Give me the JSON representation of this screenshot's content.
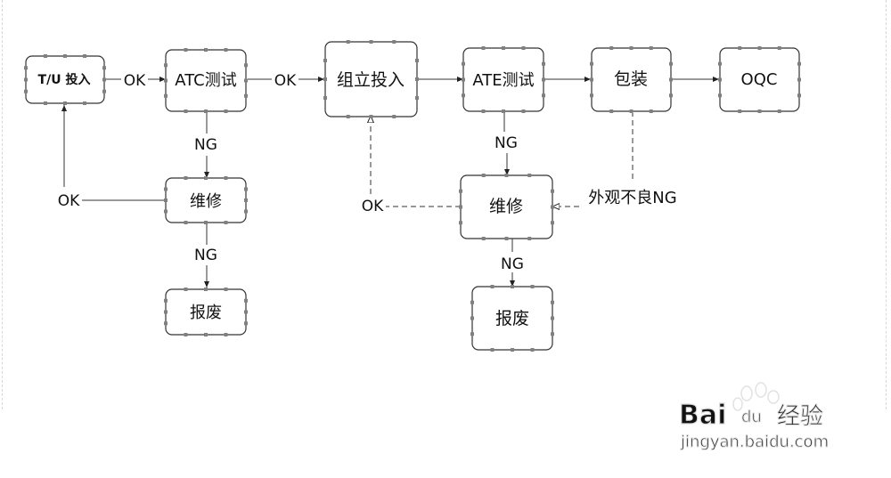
{
  "diagram": {
    "nodes": [
      {
        "id": "tu",
        "label": "T/U 投入"
      },
      {
        "id": "atc",
        "label": "ATC测试"
      },
      {
        "id": "assembly",
        "label": "组立投入"
      },
      {
        "id": "ate",
        "label": "ATE测试"
      },
      {
        "id": "pack",
        "label": "包装"
      },
      {
        "id": "oqc",
        "label": "OQC"
      },
      {
        "id": "repair1",
        "label": "维修"
      },
      {
        "id": "scrap1",
        "label": "报废"
      },
      {
        "id": "repair2",
        "label": "维修"
      },
      {
        "id": "scrap2",
        "label": "报废"
      }
    ],
    "edge_labels": {
      "tu_atc": "OK",
      "atc_assembly": "OK",
      "atc_repair1": "NG",
      "repair1_tu": "OK",
      "repair1_scrap1": "NG",
      "ate_repair2": "NG",
      "repair2_assembly": "OK",
      "pack_repair2": "外观不良NG",
      "repair2_scrap2": "NG"
    }
  },
  "watermark": {
    "brand": "Bai",
    "brand_du": "du",
    "brand_cn": "经验",
    "url": "jingyan.baidu.com"
  },
  "colors": {
    "stroke": "#333333",
    "handle": "#808080",
    "watermark": "#e4e4e4"
  }
}
